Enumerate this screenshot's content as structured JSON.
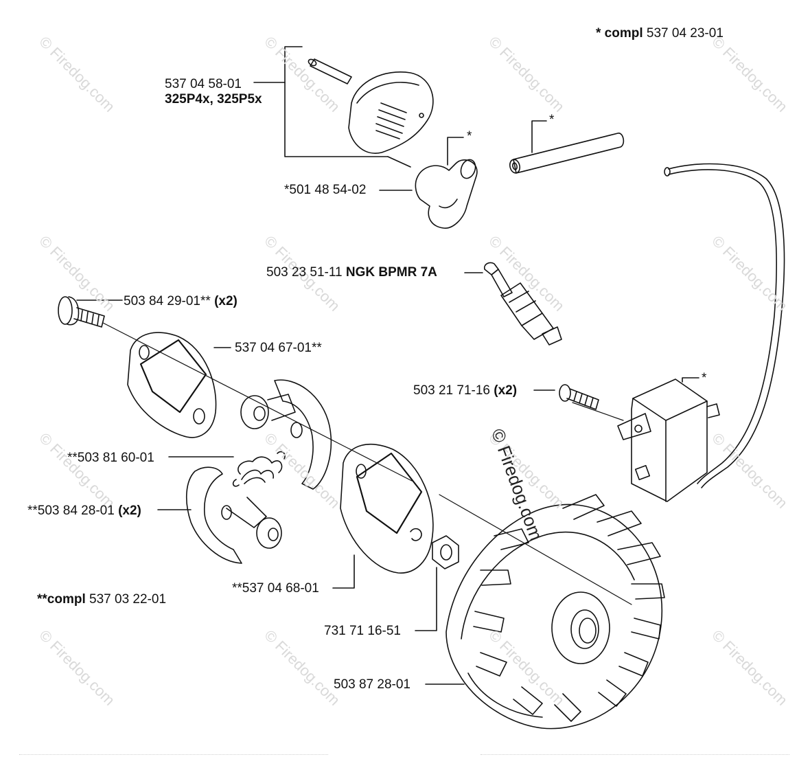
{
  "kit_note": {
    "prefix": "* compl",
    "number": "537 04 23-01"
  },
  "clutch_kit_note": {
    "prefix": "**compl",
    "number": "537 03 22-01"
  },
  "watermark": "© Firedog.com",
  "parts": {
    "cap": {
      "number": "537 04 58-01",
      "models": "325P4x, 325P5x"
    },
    "boot": {
      "number": "*501 48 54-02"
    },
    "plug": {
      "number": "503 23 51-11",
      "spec": "NGK BPMR 7A"
    },
    "screw_top": {
      "number": "503 84 29-01**",
      "qty": "(x2)"
    },
    "plate_top": {
      "number": "537 04 67-01**"
    },
    "coil_screw": {
      "number": "503 21 71-16",
      "qty": "(x2)"
    },
    "spring": {
      "number": "**503 81 60-01"
    },
    "shoe": {
      "number": "**503 84 28-01",
      "qty": "(x2)"
    },
    "plate_bottom": {
      "number": "**537 04 68-01"
    },
    "nut": {
      "number": "731 71 16-51"
    },
    "flywheel": {
      "number": "503 87 28-01"
    }
  },
  "asterisk": "*"
}
